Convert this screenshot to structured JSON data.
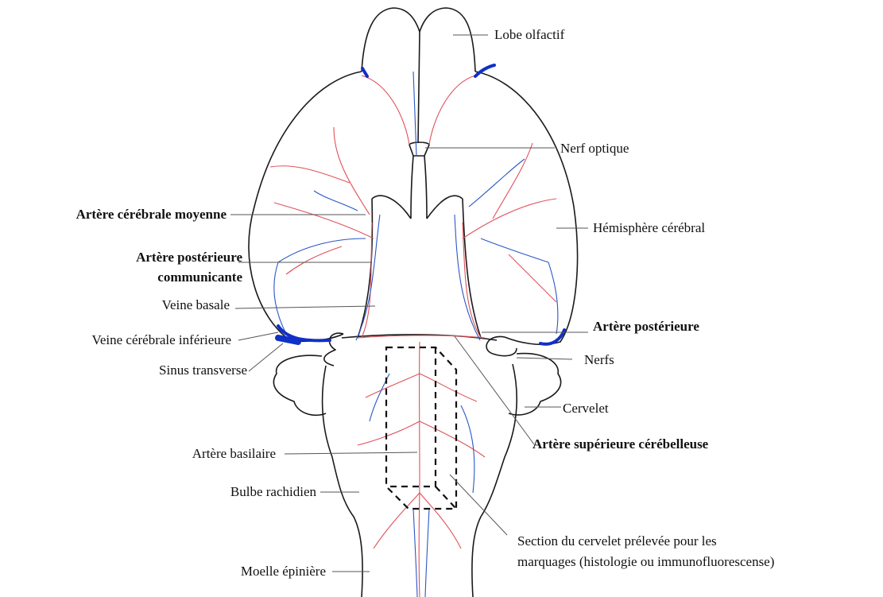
{
  "labels": {
    "lobe_olfactif": "Lobe olfactif",
    "nerf_optique": "Nerf optique",
    "hemisphere_cerebral": "Hémisphère cérébral",
    "artere_posterieure": "Artère postérieure",
    "nerfs": "Nerfs",
    "cervelet": "Cervelet",
    "artere_superieure_cerebelleuse": "Artère supérieure cérébelleuse",
    "section_line1": "Section du cervelet prélevée pour les",
    "section_line2": "marquages (histologie ou immunofluorescense)",
    "artere_cerebrale_moyenne": "Artère cérébrale moyenne",
    "artere_posterieure_communicante_line1": "Artère postérieure",
    "artere_posterieure_communicante_line2": "communicante",
    "veine_basale": "Veine basale",
    "veine_cerebrale_inferieure": "Veine cérébrale inférieure",
    "sinus_transverse": "Sinus transverse",
    "artere_basilaire": "Artère basilaire",
    "bulbe_rachidien": "Bulbe rachidien",
    "moelle_epiniere": "Moelle épinière"
  },
  "colors": {
    "outline": "#1a1a1a",
    "artery": "#e0505a",
    "vein": "#2a56c6",
    "sinus": "#1030c8",
    "leader": "#555555"
  }
}
